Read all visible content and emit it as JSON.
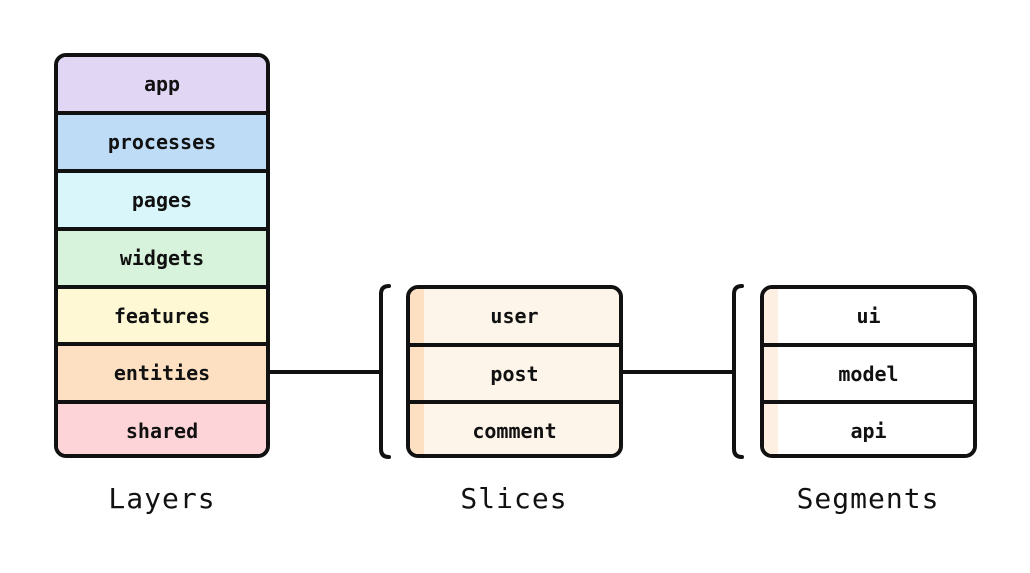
{
  "layers": {
    "caption": "Layers",
    "items": [
      {
        "label": "app",
        "color": "#e2d6f5"
      },
      {
        "label": "processes",
        "color": "#bfdcf7"
      },
      {
        "label": "pages",
        "color": "#d9f6fb"
      },
      {
        "label": "widgets",
        "color": "#d8f3dc"
      },
      {
        "label": "features",
        "color": "#fff8d4"
      },
      {
        "label": "entities",
        "color": "#fde0c2"
      },
      {
        "label": "shared",
        "color": "#fdd5d8"
      }
    ]
  },
  "slices": {
    "caption": "Slices",
    "fill": "#fdf4ea",
    "stripe": "#fde0c2",
    "items": [
      {
        "label": "user"
      },
      {
        "label": "post"
      },
      {
        "label": "comment"
      }
    ]
  },
  "segments": {
    "caption": "Segments",
    "fill": "#ffffff",
    "stripe": "#fdf0e3",
    "items": [
      {
        "label": "ui"
      },
      {
        "label": "model"
      },
      {
        "label": "api"
      }
    ]
  }
}
